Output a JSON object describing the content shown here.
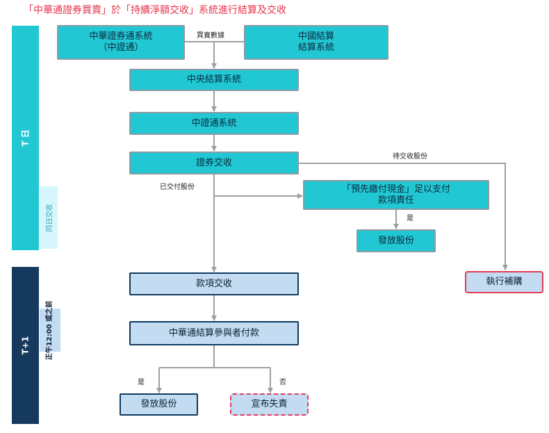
{
  "title": "「中華通證券買賣」於「持續淨額交收」系統進行結算及交收",
  "bands": {
    "t_day": "T 日",
    "same_day": "同日交收",
    "t_plus_1": "T+1",
    "noon": "正午12:00\n或之前"
  },
  "nodes": {
    "sse": "中華證券通系統\n（中證通）",
    "chinaclear": "中國結算\n結算系統",
    "ccass": "中央結算系統",
    "csc": "中證通系統",
    "settlement": "證券交收",
    "prepay": "「預先繳付現金」足以支付\n款項責任",
    "release1": "發放股份",
    "buyin": "執行補購",
    "money": "款項交收",
    "payment": "中華通結算參與者付款",
    "release2": "發放股份",
    "default": "宣布失責"
  },
  "edges": {
    "trade_data": "買賣數據",
    "pending": "待交收股份",
    "delivered": "已交付股份",
    "yes1": "是",
    "yes2": "是",
    "no": "否"
  },
  "colors": {
    "teal": "#22c7d4",
    "light_blue": "#c3dcf2",
    "navy": "#163a5e",
    "red": "#e23a55",
    "arrow": "#9aa0a4"
  }
}
